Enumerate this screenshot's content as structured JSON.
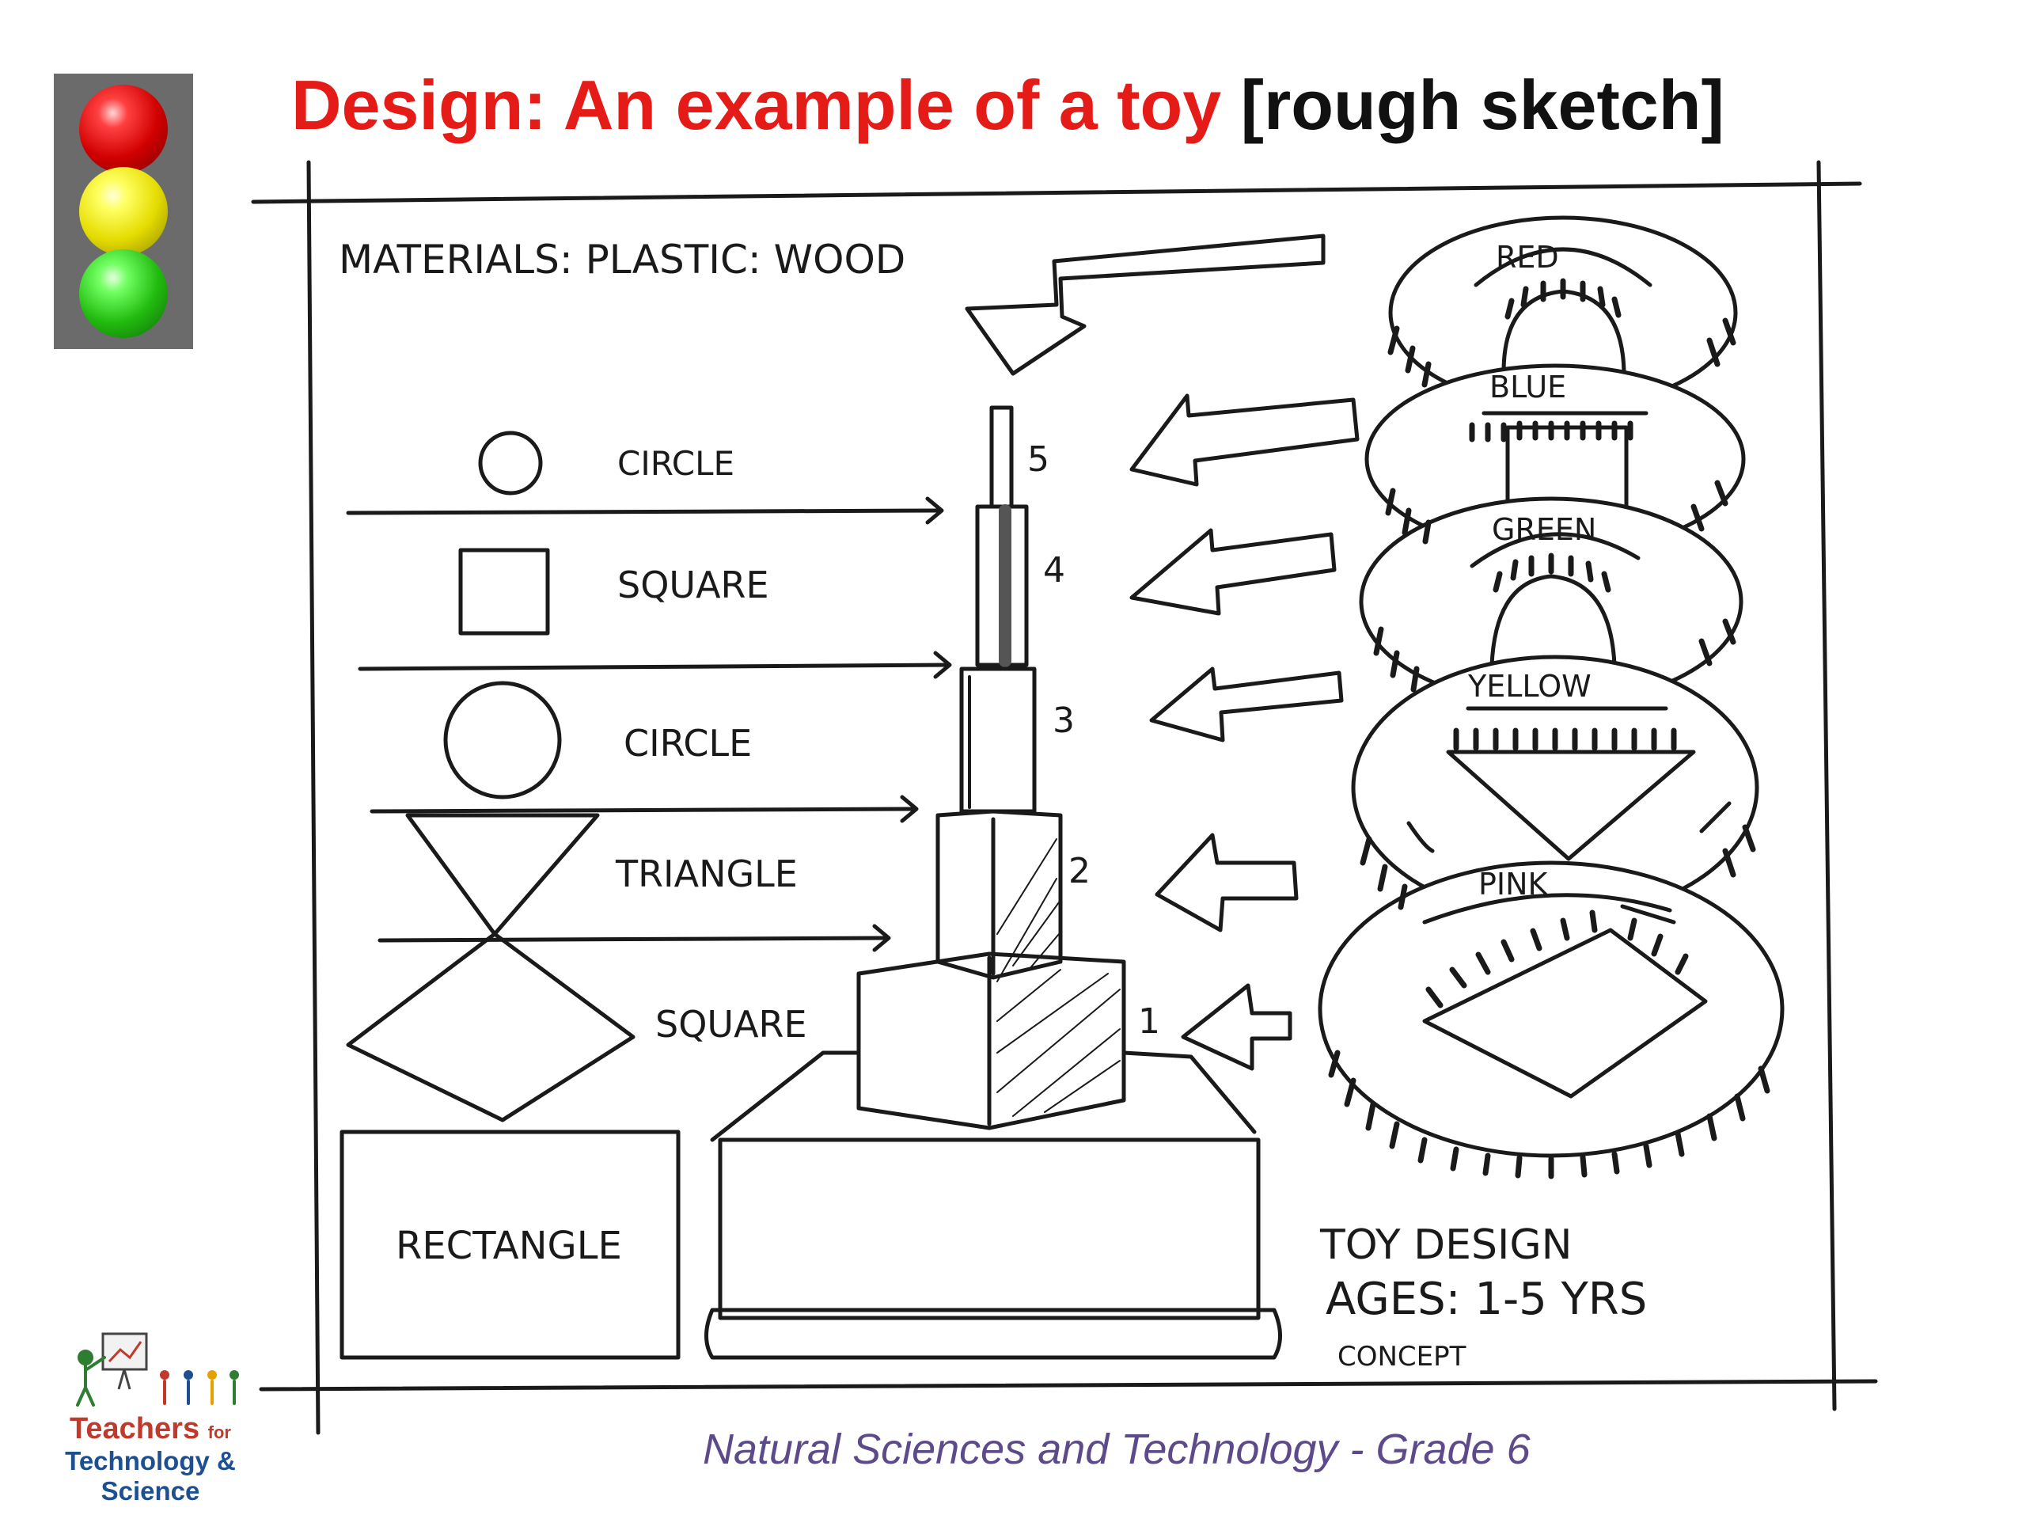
{
  "slide": {
    "title_part1": "Design: An example of a toy",
    "title_part2": "[rough sketch]",
    "footer": "Natural Sciences and Technology - Grade 6"
  },
  "logo": {
    "line1": "Teachers",
    "line1_small": "for",
    "line2": "Technology & Science"
  },
  "sketch": {
    "materials": "MATERIALS: PLASTIC: WOOD",
    "shapes": [
      "CIRCLE",
      "SQUARE",
      "CIRCLE",
      "TRIANGLE",
      "SQUARE",
      "RECTANGLE"
    ],
    "stack_numbers": [
      "5",
      "4",
      "3",
      "2",
      "1"
    ],
    "rings": [
      "RED",
      "BLUE",
      "GREEN",
      "YELLOW",
      "PINK"
    ],
    "note_title": "TOY DESIGN",
    "note_ages": "AGES: 1-5 YRS",
    "note_concept": "CONCEPT"
  },
  "colors": {
    "title_red": "#e41b17",
    "footer_purple": "#5d4a8a",
    "logo_red": "#c0392b",
    "logo_blue": "#1d4f91"
  }
}
